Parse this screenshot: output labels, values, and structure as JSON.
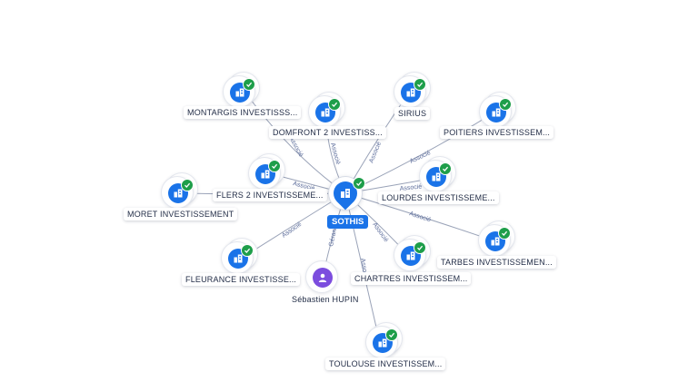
{
  "central": {
    "label": "SOTHIS",
    "icon": "building-icon"
  },
  "edge_labels": {
    "associe": "Associé",
    "gerant": "Gérant"
  },
  "nodes": {
    "montargis": "MONTARGIS INVESTISSS...",
    "domfront": "DOMFRONT 2 INVESTISS...",
    "sirius": "SIRIUS",
    "poitiers": "POITIERS INVESTISSEM...",
    "flers": "FLERS 2 INVESTISSEME...",
    "lourdes": "LOURDES INVESTISSEME...",
    "moret": "MORET INVESTISSEMENT",
    "fleurance": "FLEURANCE INVESTISSE...",
    "tarbes": "TARBES INVESTISSEMEN...",
    "chartres": "CHARTRES INVESTISSEM...",
    "person": "Sébastien HUPIN",
    "toulouse": "TOULOUSE INVESTISSEM..."
  },
  "colors": {
    "company": "#1a73e8",
    "person": "#7c4dde",
    "verified": "#1e9e4a",
    "edge": "#9aa3b8",
    "edge_label": "#5a6b9a"
  }
}
